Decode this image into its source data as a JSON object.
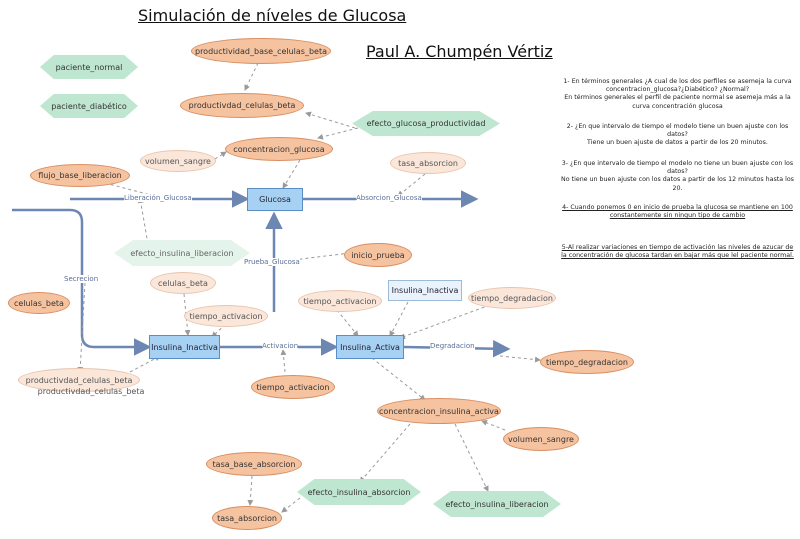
{
  "title": "Simulación de níveles de Glucosa",
  "author": "Paul A. Chumpén Vértiz",
  "legend": {
    "normal": "paciente_normal",
    "diabetico": "paciente_diabético"
  },
  "nodes": {
    "productividad_base_celulas_beta": "productividad_base_celulas_beta",
    "productividad_celulas_beta": "productivdad_celulas_beta",
    "efecto_glucosa_productividad": "efecto_glucosa_productividad",
    "concentracion_glucosa": "concentracion_glucosa",
    "volumen_sangre_1": "volumen_sangre",
    "tasa_absorcion_1": "tasa_absorcion",
    "flujo_base_liberacion": "flujo_base_liberacion",
    "glucosa": "Glucosa",
    "efecto_insulina_liberacion_ghost": "efecto_insulina_liberacion",
    "inicio_prueba": "inicio_prueba",
    "celulas_beta_1": "celulas_beta",
    "celulas_beta_2": "celulas_beta",
    "tiempo_activacion_1": "tiempo_activacion",
    "tiempo_activacion_2": "tiempo_activacion",
    "tiempo_activacion_3": "tiempo_activacion",
    "insulina_inactiva_ghost": "Insulina_Inactiva",
    "tiempo_degradacion_1": "tiempo_degradacion",
    "tiempo_degradacion_2": "tiempo_degradacion",
    "insulina_inactiva": "Insulina_Inactiva",
    "insulina_activa": "Insulina_Activa",
    "productividad_celulas_beta_ghost_1": "productivdad_celulas_beta",
    "productividad_celulas_beta_ghost_2": "productivdad_celulas_beta",
    "concentracion_insulina_activa": "concentracion_insulina_activa",
    "volumen_sangre_2": "volumen_sangre",
    "tasa_base_absorcion": "tasa_base_absorcion",
    "efecto_insulina_absorcion": "efecto_insulina_absorcion",
    "tasa_absorcion_2": "tasa_absorcion",
    "efecto_insulina_liberacion": "efecto_insulina_liberacion"
  },
  "flows": {
    "liberacion": "Liberación_Glucosa",
    "absorcion": "Absorcion_Glucosa",
    "prueba": "Prueba_Glucosa",
    "secrecion": "Secrecion",
    "activacion": "Activacion",
    "degradacion": "Degradacion"
  },
  "questions": {
    "q1": "1- En términos generales ¿A cual de los dos perfiles se asemeja la curva concentracion_glucosa?¿Diabético? ¿Normal?\nEn términos generales el perfil de paciente normal se asemeja más a la curva concentración glucosa",
    "q2": "2- ¿En que intervalo de tiempo el modelo tiene un buen ajuste con los datos?\nTiene un buen ajuste de datos a partir de los 20 minutos.",
    "q3": "3- ¿En que intervalo de tiempo el modelo no tiene un buen ajuste con los datos?\nNo tiene un buen ajuste con los datos a partir de los 12 minutos hasta los 20.",
    "q4": "4- Cuando ponemos 0 en inicio de prueba la glucosa se mantiene en 100 constantemente sin ningun tipo de cambio",
    "q5": "5-Al realizar variaciones en tiempo de activación las niveles de azucar de la concentración de glucosa tardan en bajar más que lel paciente normal."
  },
  "colors": {
    "variable": "#f6c3a0",
    "variable_border": "#d98e60",
    "converter": "#bfe6d1",
    "stock": "#a7d1f2",
    "flow": "#6d87b3",
    "link": "#9a9a9a"
  }
}
